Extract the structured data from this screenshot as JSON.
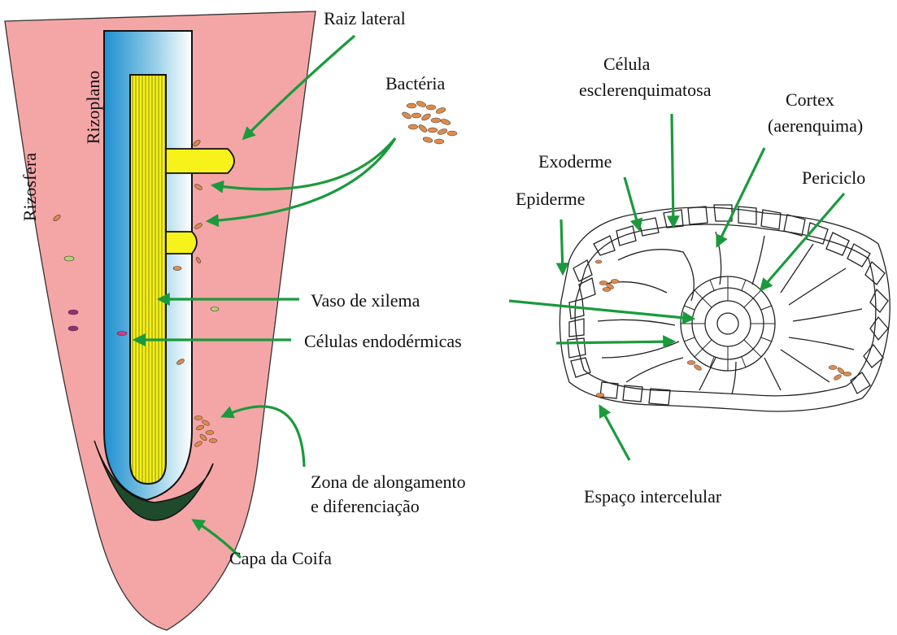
{
  "labels": {
    "rizosfera": "Rizosfera",
    "rizoplano": "Rizoplano",
    "raiz_lateral": "Raiz lateral",
    "bacteria": "Bactéria",
    "vaso_xilema": "Vaso de xilema",
    "celulas_endodermicas": "Células endodérmicas",
    "zona_line1": "Zona de alongamento",
    "zona_line2": "e diferenciação",
    "capa_coifa": "Capa da Coifa",
    "celula_line1": "Célula",
    "celula_line2": "esclerenquimatosa",
    "cortex_line1": "Cortex",
    "cortex_line2": "(aerenquima)",
    "exoderme": "Exoderme",
    "periciclo": "Periciclo",
    "epiderme": "Epiderme",
    "espaco_intercelular": "Espaço intercelular"
  },
  "colors": {
    "rhizosphere": "#f4a6a6",
    "root_blue": "#2a9fd6",
    "xylem_yellow": "#f7f21a",
    "cap_dark_green": "#1f4a2c",
    "arrow_green": "#1a9a3c",
    "bacteria_orange": "#e08a4a"
  }
}
